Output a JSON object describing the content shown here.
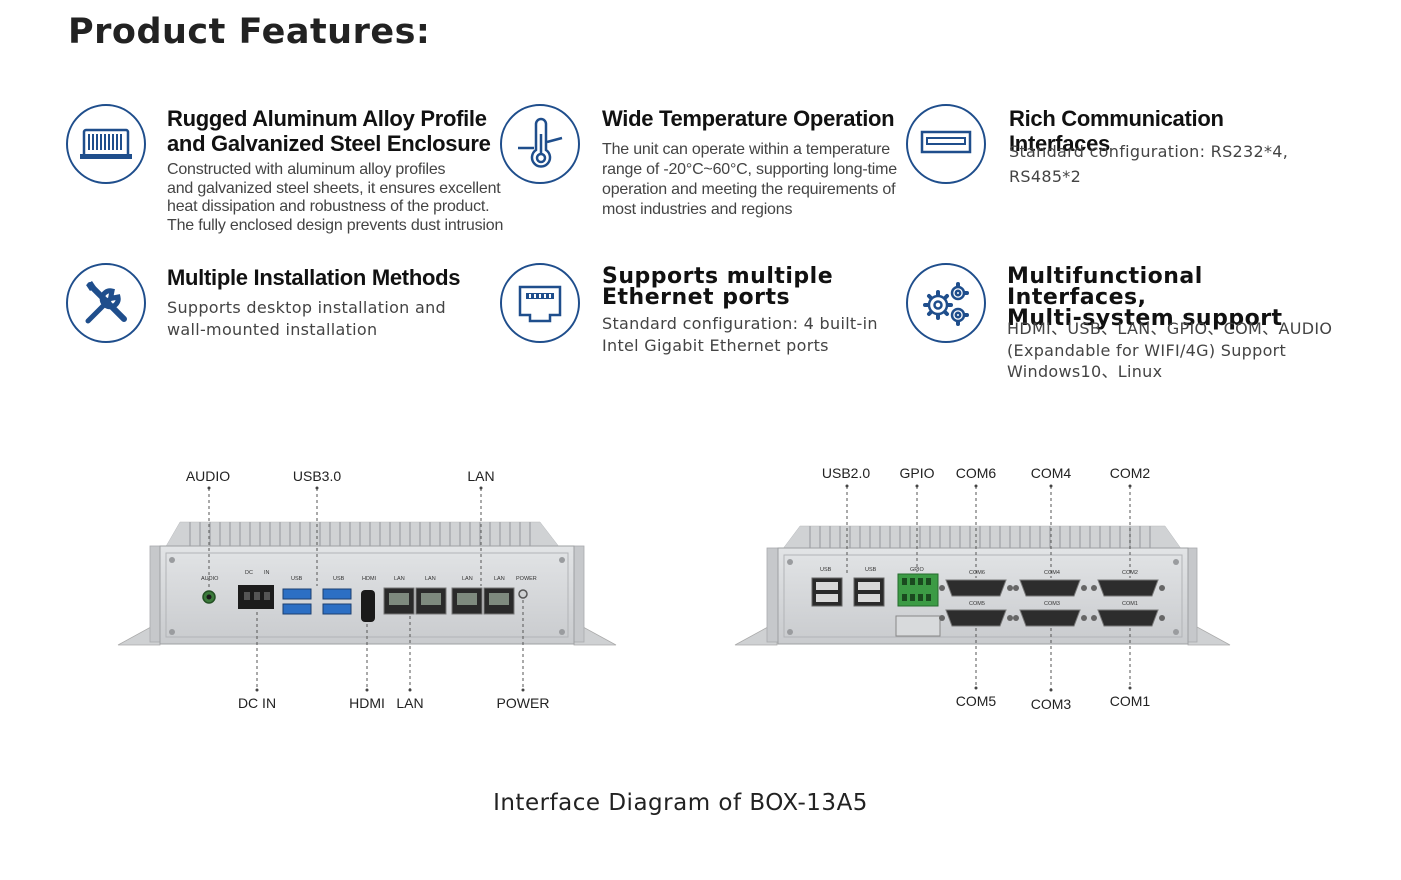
{
  "page": {
    "title": "Product Features:",
    "caption": "Interface Diagram of BOX-13A5"
  },
  "features": [
    {
      "title_lines": [
        "Rugged Aluminum Alloy Profile",
        "and Galvanized Steel Enclosure"
      ],
      "desc_lines": [
        "Constructed with aluminum alloy profiles",
        "and galvanized steel sheets, it ensures excellent",
        "heat dissipation and robustness of the product.",
        "The fully enclosed design prevents dust intrusion"
      ],
      "icon": "enclosure-icon"
    },
    {
      "title_lines": [
        "Wide Temperature Operation"
      ],
      "desc_lines": [
        "The unit can operate within a temperature",
        "range of -20°C~60°C, supporting long-time",
        "operation and meeting the requirements of",
        "most industries and regions"
      ],
      "icon": "thermometer-icon"
    },
    {
      "title_lines": [
        "Rich Communication Interfaces"
      ],
      "desc_lines": [
        "Standard configuration: RS232*4,",
        "RS485*2"
      ],
      "icon": "usb-port-icon"
    },
    {
      "title_lines": [
        "Multiple Installation Methods"
      ],
      "desc_lines": [
        "Supports desktop installation and",
        "wall-mounted installation"
      ],
      "icon": "tools-icon"
    },
    {
      "title_lines": [
        "Supports multiple",
        "Ethernet ports"
      ],
      "desc_lines": [
        "Standard configuration: 4 built-in",
        "Intel Gigabit Ethernet ports"
      ],
      "icon": "ethernet-port-icon"
    },
    {
      "title_lines": [
        "Multifunctional Interfaces,",
        "Multi-system support"
      ],
      "desc_lines": [
        "HDMI、USB、LAN、GPIO、COM、AUDIO",
        "(Expandable for WIFI/4G) Support",
        "Windows10、Linux"
      ],
      "icon": "gears-icon"
    }
  ],
  "front_panel": {
    "top_labels": [
      "AUDIO",
      "USB3.0",
      "LAN"
    ],
    "bottom_labels": [
      "DC IN",
      "HDMI",
      "LAN",
      "POWER"
    ],
    "silk": [
      "AUDIO",
      "DC",
      "IN",
      "USB",
      "USB",
      "HDMI",
      "LAN",
      "LAN",
      "LAN",
      "LAN",
      "POWER"
    ]
  },
  "rear_panel": {
    "top_labels": [
      "USB2.0",
      "GPIO",
      "COM6",
      "COM4",
      "COM2"
    ],
    "bottom_labels": [
      "COM5",
      "COM3",
      "COM1"
    ],
    "silk": [
      "USB",
      "USB",
      "GPIO",
      "COM6",
      "COM4",
      "COM2",
      "COM5",
      "COM3",
      "COM1"
    ]
  },
  "colors": {
    "icon_blue": "#1f4e8c",
    "metal": "#d4d6d8",
    "port_blue": "#2c6fc4"
  }
}
